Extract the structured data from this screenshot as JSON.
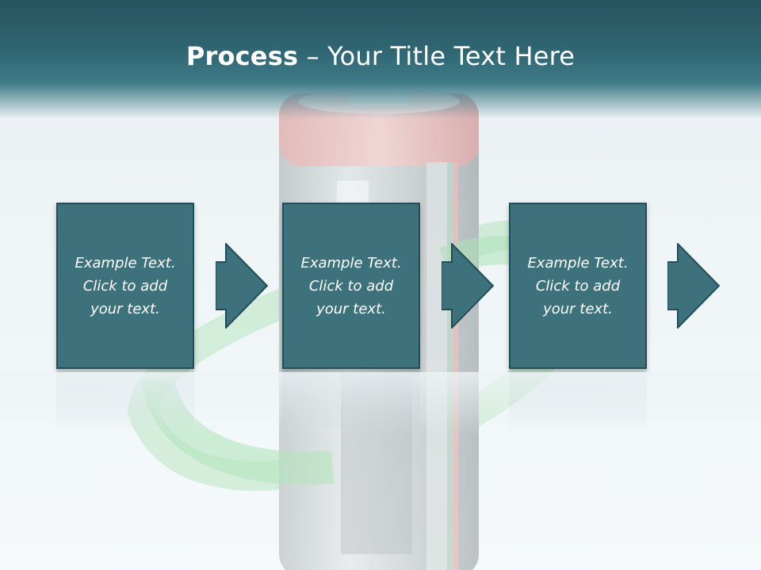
{
  "slide": {
    "title_bold": "Process",
    "title_rest": " – Your Title Text Here"
  },
  "steps": [
    {
      "text": "Example Text.\nClick  to add\nyour text."
    },
    {
      "text": "Example Text.\nClick  to add\nyour text."
    },
    {
      "text": "Example Text.\nClick  to add\nyour text."
    }
  ],
  "colors": {
    "title_bar": "#2f6773",
    "step_fill": "#3d727d",
    "step_border": "#244d57",
    "text": "#ffffff",
    "battery_red": "#d9534f",
    "ring_green": "#5cc96a"
  },
  "icons": {
    "arrow": "arrow-right-icon",
    "background": "battery-illustration"
  }
}
